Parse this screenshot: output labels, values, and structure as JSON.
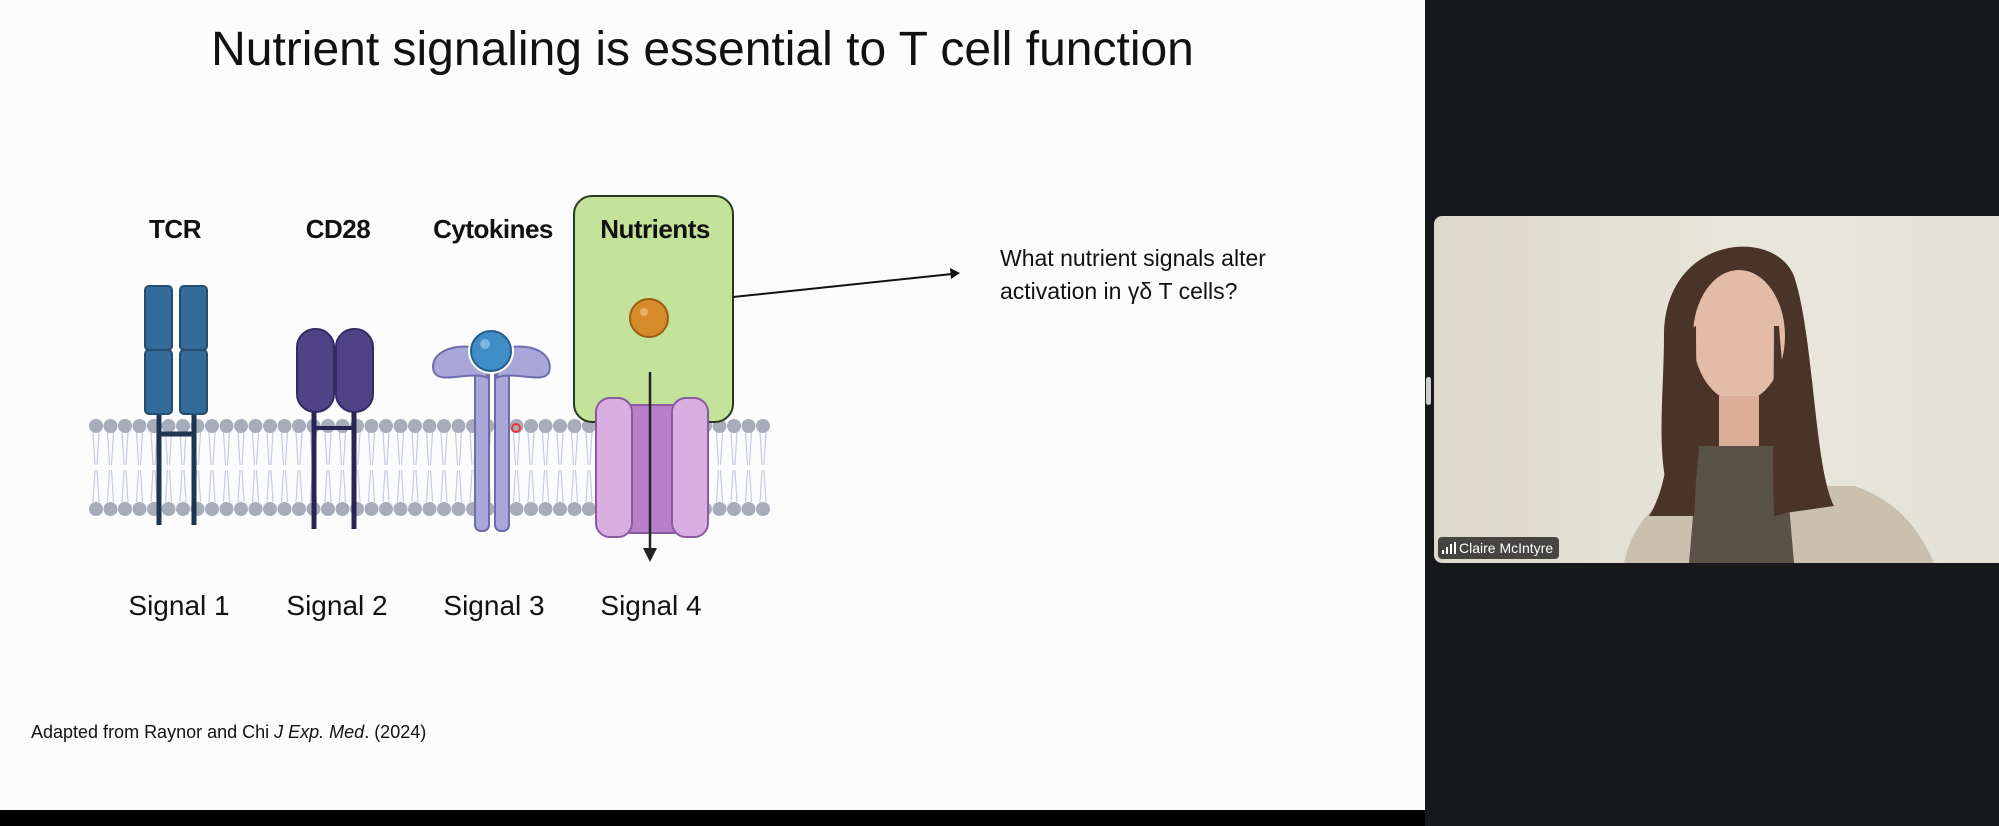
{
  "slide": {
    "title": "Nutrient signaling is essential to T cell function",
    "receptors": [
      {
        "label": "TCR",
        "signal": "Signal 1"
      },
      {
        "label": "CD28",
        "signal": "Signal 2"
      },
      {
        "label": "Cytokines",
        "signal": "Signal 3"
      },
      {
        "label": "Nutrients",
        "signal": "Signal 4"
      }
    ],
    "question_line1": "What nutrient signals alter",
    "question_line2": "activation in γδ T cells?",
    "citation_prefix": "Adapted from Raynor and Chi ",
    "citation_journal": "J Exp. Med",
    "citation_suffix": ". (2024)"
  },
  "video": {
    "participant_name": "Claire McIntyre",
    "icon": "signal-strength-icon"
  },
  "colors": {
    "tcr": "#336a97",
    "cd28": "#4f4386",
    "cytokine_receptor": "#a9a6d8",
    "nutrient_box": "#c3e29a",
    "transporter": "#d9aee0",
    "membrane_heads": "#a7acbb"
  }
}
